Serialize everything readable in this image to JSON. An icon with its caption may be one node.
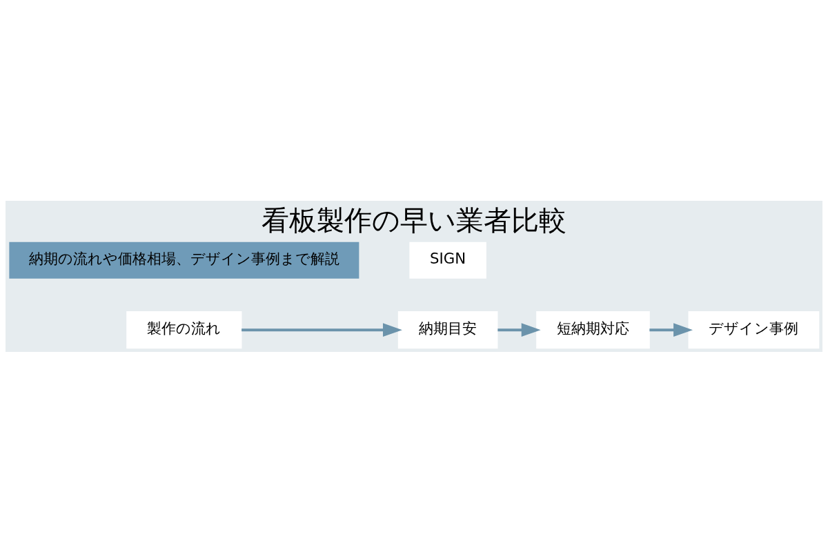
{
  "diagram": {
    "title": "看板製作の早い業者比較",
    "nodes": [
      {
        "text": [
          "製作の流れ"
        ]
      },
      {
        "text": [
          "納期目安"
        ]
      },
      {
        "text": [
          "短納期対応"
        ]
      },
      {
        "text": [
          "デザイン事例"
        ]
      }
    ],
    "edges": [
      {
        "from": 0,
        "to": 1,
        "arrow": "to"
      },
      {
        "from": 1,
        "to": 2,
        "arrow": "to"
      },
      {
        "from": 2,
        "to": 3,
        "arrow": "to"
      }
    ],
    "labels": [
      "納期の流れや価格相場、デザイン事例まで解説",
      "SIGN"
    ]
  }
}
